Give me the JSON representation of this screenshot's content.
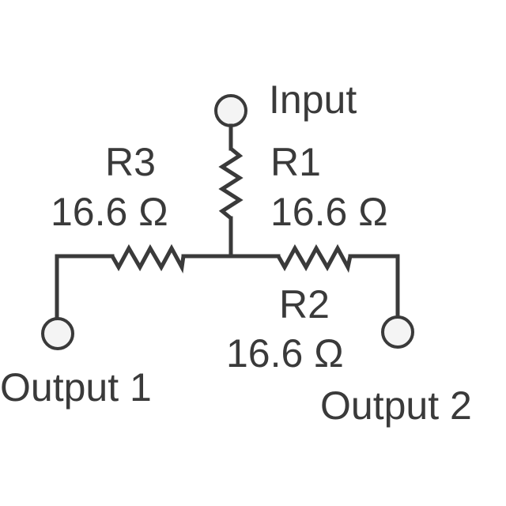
{
  "diagram": {
    "title": "T-pad resistive power splitter",
    "colors": {
      "line": "#3a3a3a",
      "terminal_fill": "#f4f4f4",
      "background": "#ffffff"
    },
    "terminals": {
      "input": "Input",
      "output1": "Output 1",
      "output2": "Output 2"
    },
    "resistors": [
      {
        "id": "R1",
        "name": "R1",
        "value": "16.6 Ω"
      },
      {
        "id": "R2",
        "name": "R2",
        "value": "16.6 Ω"
      },
      {
        "id": "R3",
        "name": "R3",
        "value": "16.6 Ω"
      }
    ]
  }
}
